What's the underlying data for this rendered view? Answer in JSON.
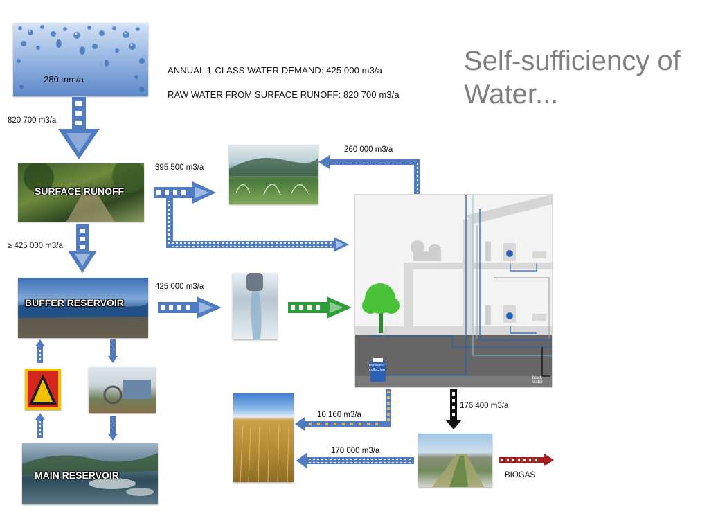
{
  "title": "Self-sufficiency of Water...",
  "rain": {
    "value": "280 mm/a"
  },
  "notes": {
    "demand": "ANNUAL 1-CLASS WATER DEMAND: 425 000 m3/a",
    "raw": "RAW WATER FROM SURFACE RUNOFF: 820 700 m3/a"
  },
  "flows": {
    "rain_to_runoff": "820 700 m3/a",
    "runoff_to_irrigation": "395 500 m3/a",
    "building_to_irrigation": "260 000 m3/a",
    "runoff_to_buffer": "≥ 425 000 m3/a",
    "buffer_to_tap": "425 000 m3/a",
    "building_to_treatment": "176 400 m3/a",
    "rainwater_to_field": "10 160 m3/a",
    "treatment_to_field": "170 000 m3/a"
  },
  "labels": {
    "surface_runoff": "SURFACE RUNOFF",
    "buffer_reservoir": "BUFFER RESERVOIR",
    "main_reservoir": "MAIN RESERVOIR",
    "biogas": "BIOGAS",
    "rainwater_collection": "rainwater collection",
    "black_water": "black water"
  },
  "colors": {
    "flow_blue": "#4f7cc2",
    "flow_green": "#2e9e3a",
    "flow_red": "#a51f1f",
    "flow_black": "#111111",
    "flow_dotted": "#e6b34a",
    "title_gray": "#7f7f7f"
  }
}
